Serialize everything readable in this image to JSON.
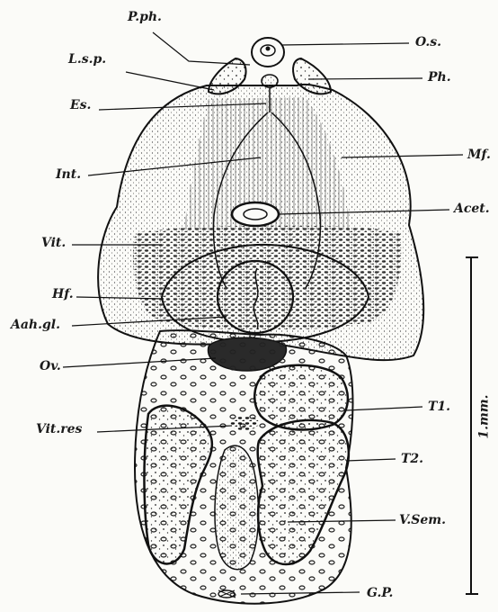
{
  "labels": {
    "pph": "P.ph.",
    "os": "O.s.",
    "lsp": "L.s.p.",
    "ph": "Ph.",
    "es": "Es.",
    "mf": "Mf.",
    "int": "Int.",
    "acet": "Acet.",
    "vit": "Vit.",
    "hf": "Hf.",
    "aahgl": "Aah.gl.",
    "ov": "Ov.",
    "t1": "T1.",
    "vitres": "Vit.res",
    "t2": "T2.",
    "vsem": "V.Sem.",
    "gp": "G.P."
  },
  "scale_bar": {
    "label": "1.mm."
  },
  "colors": {
    "ink": "#1b1b1b",
    "paper": "#fbfbf8"
  }
}
